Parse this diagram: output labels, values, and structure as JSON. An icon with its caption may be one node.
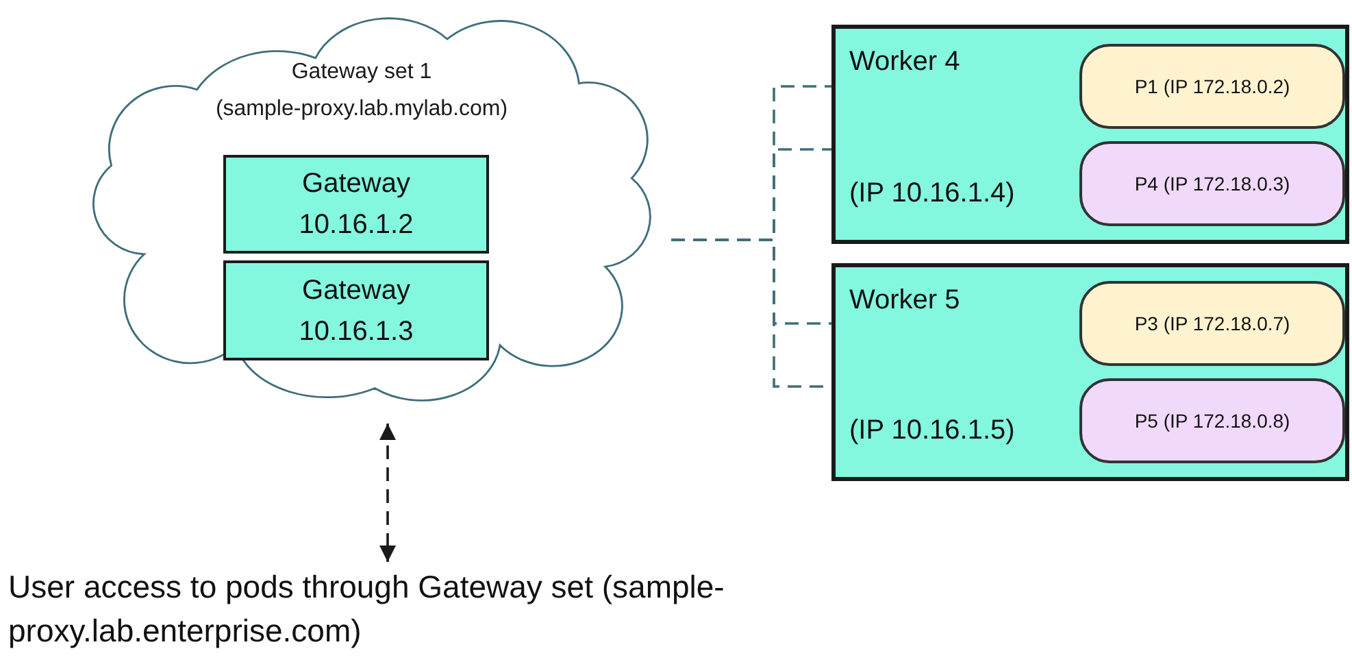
{
  "diagram": {
    "nodes": [
      {
        "text": [
          "Gateway set 1",
          "(sample-proxy.lab.mylab.com)"
        ]
      },
      {
        "text": [
          "Gateway 10.16.1.2"
        ],
        "in": 0
      },
      {
        "text": [
          "Gateway 10.16.1.3"
        ],
        "in": 0
      },
      {
        "text": [
          "Worker 4",
          "(IP 10.16.1.4)"
        ]
      },
      {
        "text": [
          "P1 (IP 172.18.0.2)"
        ],
        "in": 3
      },
      {
        "text": [
          "P4 (IP 172.18.0.3)"
        ],
        "in": 3
      },
      {
        "text": [
          "Worker 5",
          "(IP 10.16.1.5)"
        ]
      },
      {
        "text": [
          "P3 (IP 172.18.0.7)"
        ],
        "in": 6
      },
      {
        "text": [
          "P5 (IP 172.18.0.8)"
        ],
        "in": 6
      },
      {
        "text": [
          "User access to pods through Gateway set (sample-proxy.lab.enterprise.com)"
        ]
      }
    ],
    "edges": [
      {
        "from": 0,
        "to": 4,
        "arrow": "none",
        "style": "dashed"
      },
      {
        "from": 0,
        "to": 5,
        "arrow": "none",
        "style": "dashed"
      },
      {
        "from": 0,
        "to": 7,
        "arrow": "none",
        "style": "dashed"
      },
      {
        "from": 0,
        "to": 8,
        "arrow": "none",
        "style": "dashed"
      },
      {
        "from": 0,
        "to": 9,
        "arrow": "both",
        "style": "dashed",
        "color": "#1a1a1a"
      }
    ]
  }
}
